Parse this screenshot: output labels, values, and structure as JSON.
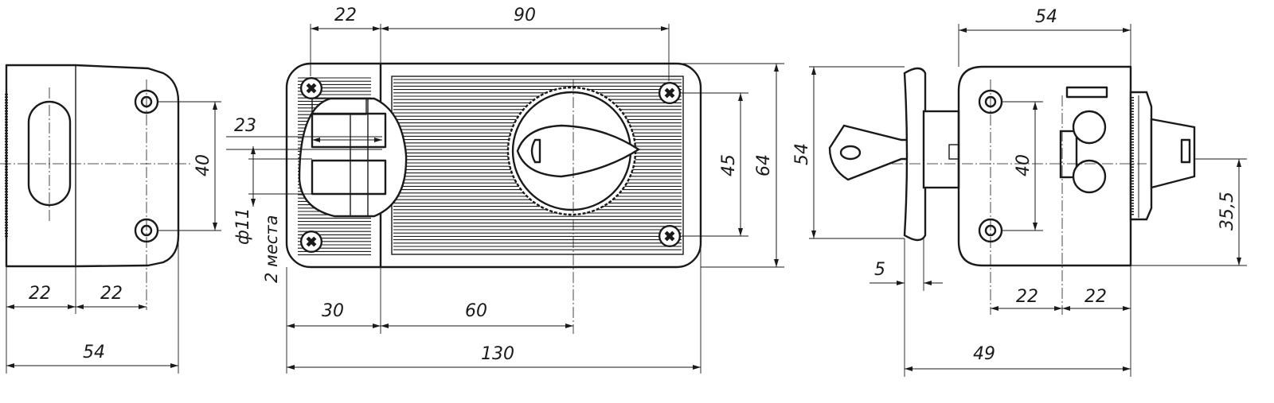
{
  "dimensions": {
    "left_view": {
      "w1": "22",
      "w2": "22",
      "width": "54",
      "height": "40"
    },
    "front_view": {
      "top_left": "22",
      "top_right": "90",
      "slot": "23",
      "hole": "ф11",
      "hole_note": "2 места",
      "bottom_left": "30",
      "bottom_mid": "60",
      "overall_width": "130",
      "inner_height": "45",
      "overall_height": "64"
    },
    "right_view": {
      "top_width": "54",
      "height": "54",
      "hole_spacing": "40",
      "key_offset": "35,5",
      "flange": "5",
      "w1": "22",
      "w2": "22",
      "depth": "49"
    }
  },
  "icons": [
    "screw-head-icon",
    "thumb-turn-knob-icon",
    "key-icon"
  ]
}
